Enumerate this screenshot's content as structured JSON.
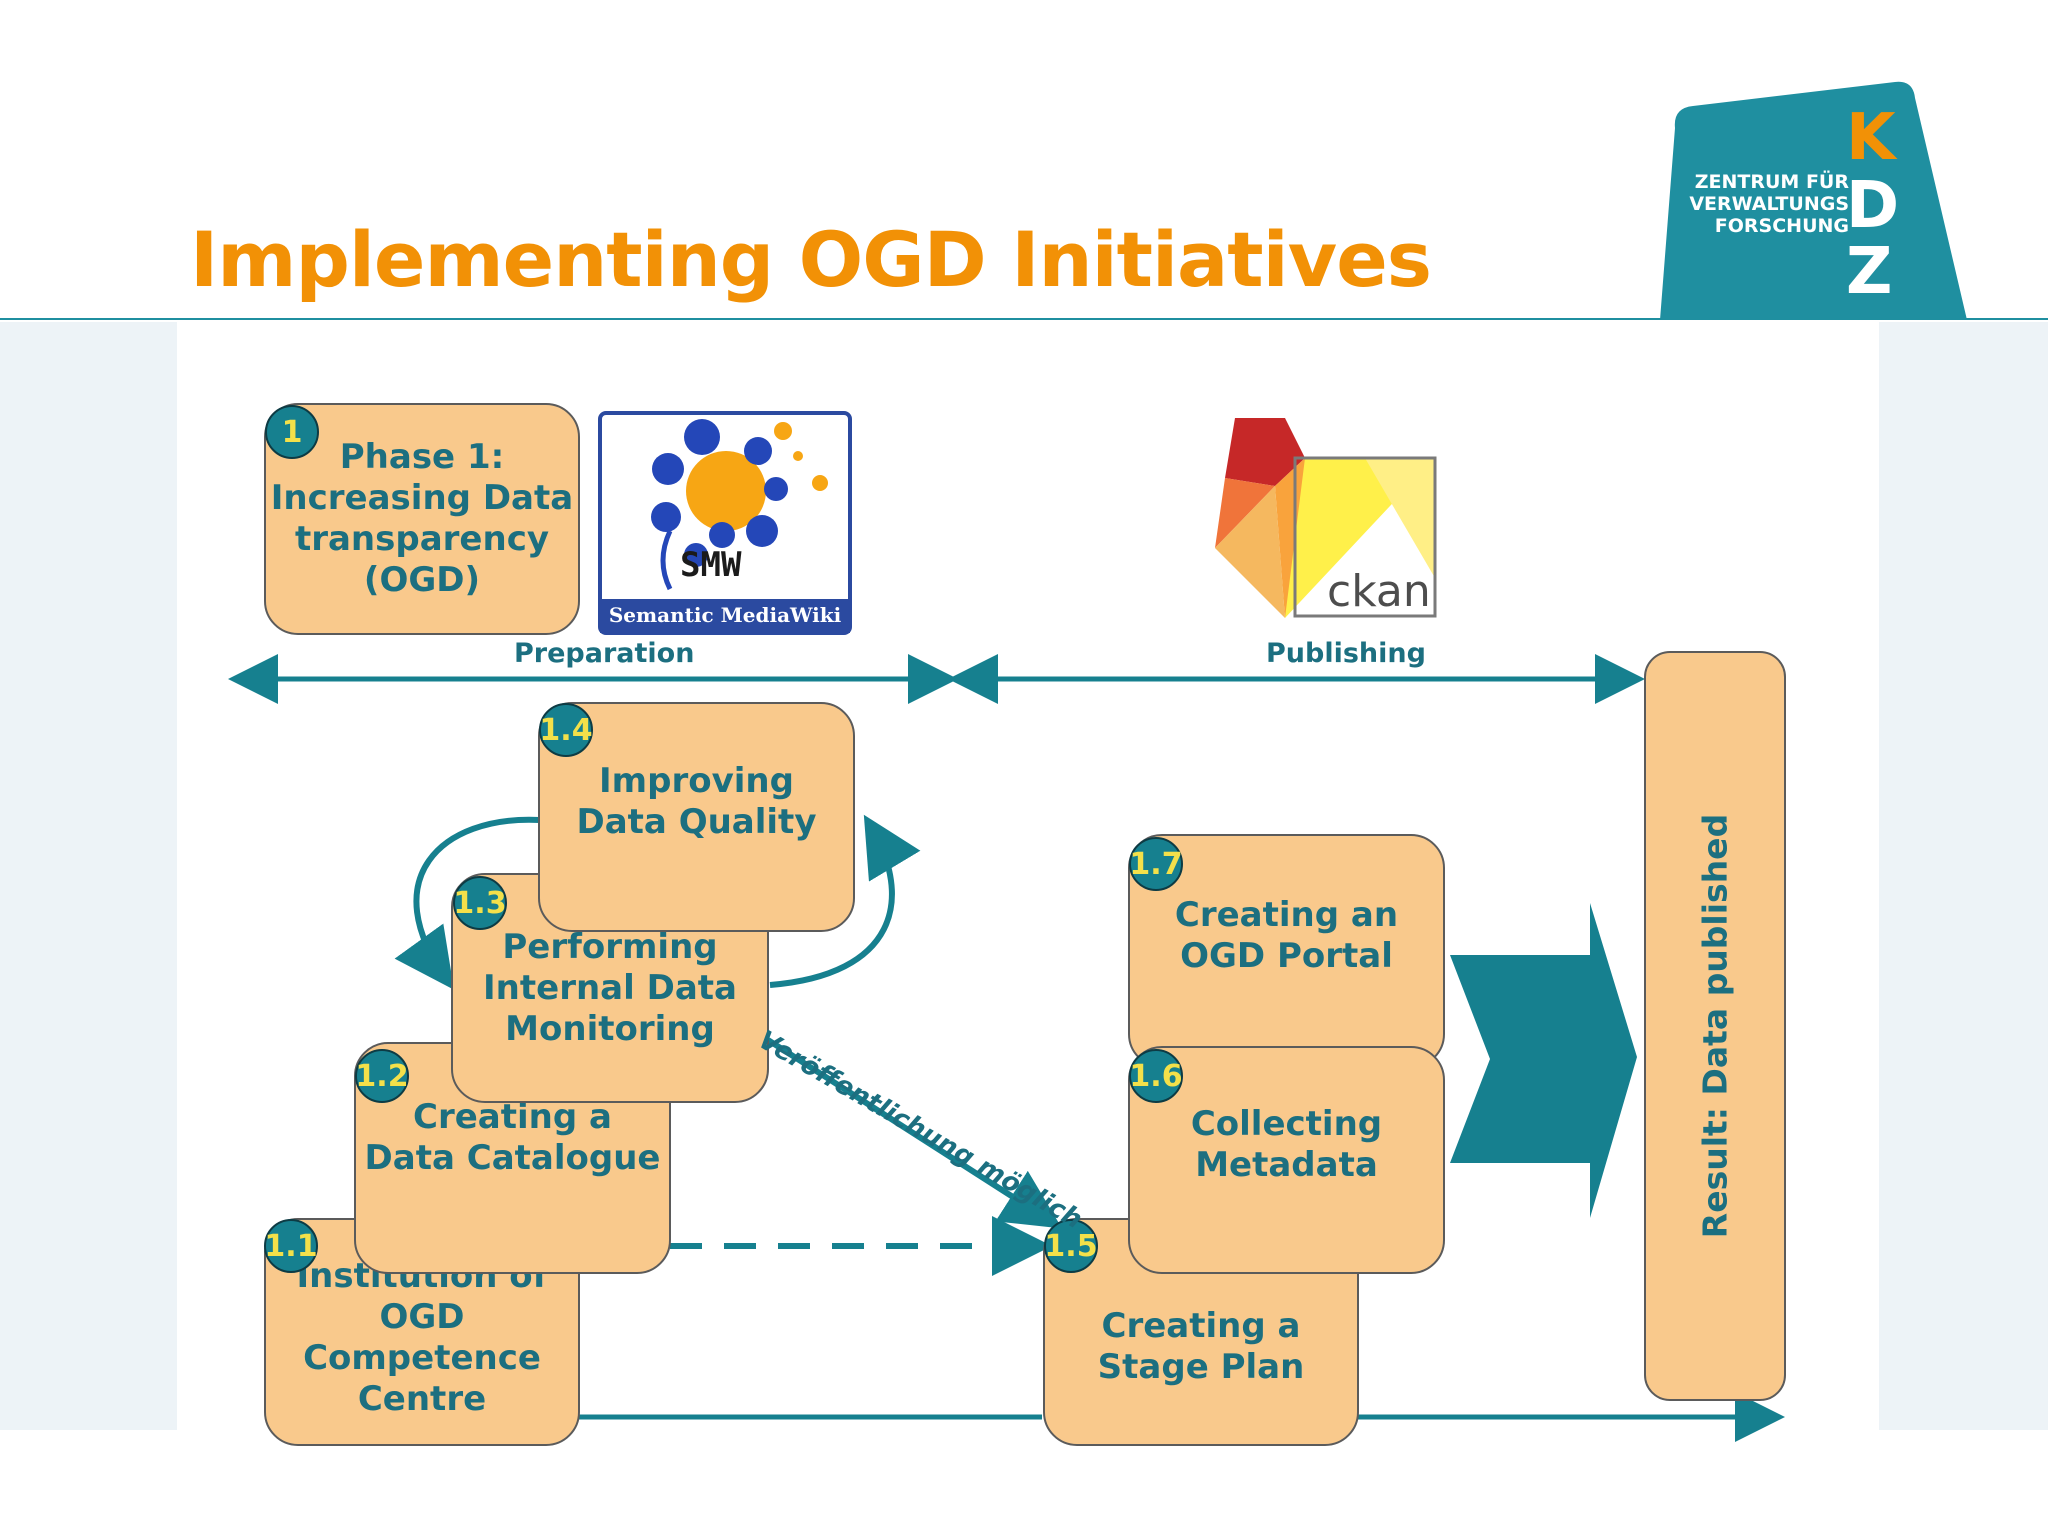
{
  "slide": {
    "title": "Implementing OGD Initiatives"
  },
  "logo": {
    "line1": "ZENTRUM FÜR",
    "line2": "VERWALTUNGS",
    "line3": "FORSCHUNG",
    "letters": [
      "K",
      "D",
      "Z"
    ],
    "color": "#1f8fa0"
  },
  "colors": {
    "title": "#f29106",
    "box_fill": "#f9c98c",
    "text_teal": "#1c6f80",
    "badge_fill": "#16808f",
    "badge_text": "#f3e04a",
    "arrow": "#16808f"
  },
  "phase": {
    "badge": "1",
    "label": "Phase 1:\nIncreasing Data\ntransparency\n(OGD)"
  },
  "smw_logo": {
    "text": "SMW",
    "caption": "Semantic MediaWiki"
  },
  "ckan_logo": {
    "text": "ckan"
  },
  "stages": {
    "preparation": "Preparation",
    "publishing": "Publishing"
  },
  "steps": [
    {
      "badge": "1.1",
      "label": "Institution of\nOGD Competence\nCentre"
    },
    {
      "badge": "1.2",
      "label": "Creating a\nData Catalogue"
    },
    {
      "badge": "1.3",
      "label": "Performing\nInternal Data\nMonitoring"
    },
    {
      "badge": "1.4",
      "label": "Improving\nData Quality"
    },
    {
      "badge": "1.5",
      "label": "Creating a\nStage Plan"
    },
    {
      "badge": "1.6",
      "label": "Collecting\nMetadata"
    },
    {
      "badge": "1.7",
      "label": "Creating an\nOGD Portal"
    }
  ],
  "diagonal_note": "Veröffentlichung möglich",
  "result": "Result: Data published"
}
